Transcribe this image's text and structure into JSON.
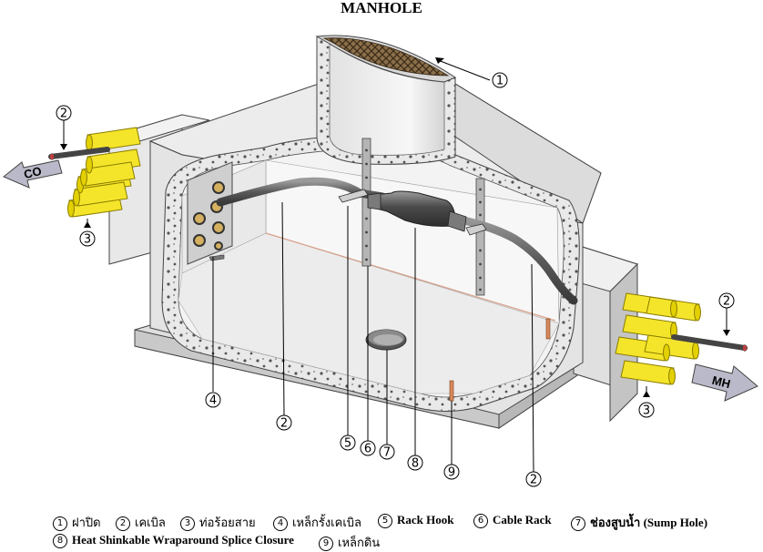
{
  "title": "MANHOLE",
  "direction_labels": {
    "left": "CO",
    "right": "MH"
  },
  "callouts": {
    "c1": "1",
    "c2_left": "2",
    "c3_left": "3",
    "c2_right_top": "2",
    "c3_right": "3",
    "c4": "4",
    "c2_bottom_a": "2",
    "c5": "5",
    "c6": "6",
    "c7": "7",
    "c8": "8",
    "c9": "9",
    "c2_bottom_b": "2"
  },
  "legend": [
    {
      "num": "1",
      "label": "ฝาปิด",
      "bold": false
    },
    {
      "num": "2",
      "label": "เคเบิล",
      "bold": false
    },
    {
      "num": "3",
      "label": "ท่อร้อยสาย",
      "bold": false
    },
    {
      "num": "4",
      "label": "เหล็กรั้งเคเบิล",
      "bold": false
    },
    {
      "num": "5",
      "label": "Rack Hook",
      "bold": true
    },
    {
      "num": "6",
      "label": "Cable Rack",
      "bold": true
    },
    {
      "num": "7",
      "label": "ช่องสูบน้ำ (Sump Hole)",
      "bold": true
    },
    {
      "num": "8",
      "label": "Heat Shinkable Wraparound Splice Closure",
      "bold": true
    },
    {
      "num": "9",
      "label": "เหล็กดิน",
      "bold": false
    }
  ],
  "colors": {
    "concrete": "#e6e6e6",
    "concrete_dark": "#c8c8c8",
    "interior": "#f2f2f2",
    "duct": "#f5e52a",
    "duct_edge": "#8a7d00",
    "cable": "#6e6e6e",
    "arrow": "#b9b9c9"
  }
}
